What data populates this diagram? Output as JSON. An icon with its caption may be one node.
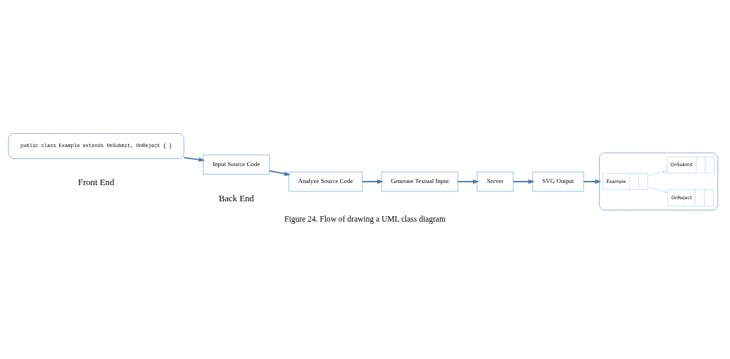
{
  "diagram": {
    "caption": "Figure 24. Flow of drawing a UML class diagram",
    "nodes": [
      {
        "text": [
          "public class Example extends OnSubmit, OnReject { }"
        ]
      },
      {
        "text": [
          "Input Source Code"
        ]
      },
      {
        "text": [
          "Analyze Source Code"
        ]
      },
      {
        "text": [
          "Generate Textual Input"
        ]
      },
      {
        "text": [
          "Server"
        ]
      },
      {
        "text": [
          "SVG Output"
        ]
      },
      {
        "text": [],
        "shape": "box"
      },
      {
        "text": [
          "Example"
        ],
        "in": 6
      },
      {
        "text": [
          "OnReject"
        ],
        "in": 6
      },
      {
        "text": [
          "OnSubmit"
        ],
        "in": 6
      }
    ],
    "edges": [
      {
        "from": 0,
        "to": 1,
        "arrow": "to"
      },
      {
        "from": 1,
        "to": 2,
        "arrow": "to"
      },
      {
        "from": 2,
        "to": 3,
        "arrow": "to"
      },
      {
        "from": 3,
        "to": 4,
        "arrow": "to"
      },
      {
        "from": 4,
        "to": 5,
        "arrow": "to"
      },
      {
        "from": 5,
        "to": 6,
        "arrow": "to"
      },
      {
        "from": 7,
        "to": 8,
        "arrow": "to",
        "color": "#a8d8e8"
      },
      {
        "from": 7,
        "to": 9,
        "arrow": "to",
        "color": "#a8d8e8"
      }
    ],
    "labels": [
      "Front End",
      "Back End"
    ]
  }
}
